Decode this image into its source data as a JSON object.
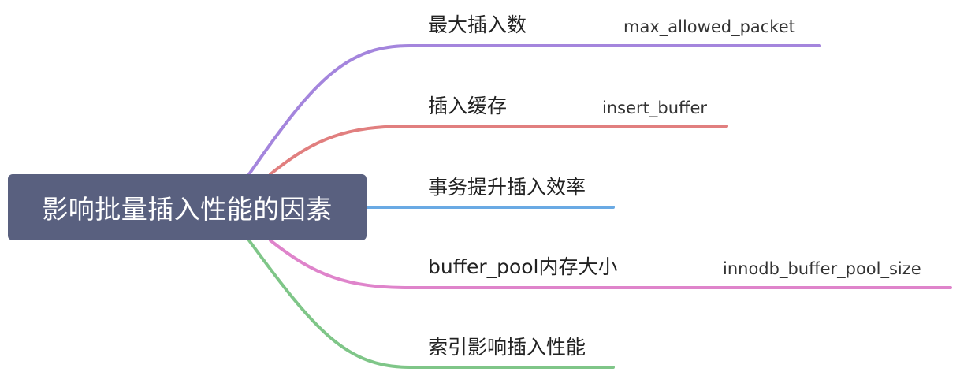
{
  "root": {
    "label": "影响批量插入性能的因素"
  },
  "branches": [
    {
      "label": "最大插入数",
      "color": "#a485dd",
      "child": "max_allowed_packet"
    },
    {
      "label": "插入缓存",
      "color": "#e17f7f",
      "child": "insert_buffer"
    },
    {
      "label": "事务提升插入效率",
      "color": "#6aaae4",
      "child": null
    },
    {
      "label": "buffer_pool内存大小",
      "color": "#df84cb",
      "child": "innodb_buffer_pool_size"
    },
    {
      "label": "索引影响插入性能",
      "color": "#7fc688",
      "child": null
    }
  ]
}
